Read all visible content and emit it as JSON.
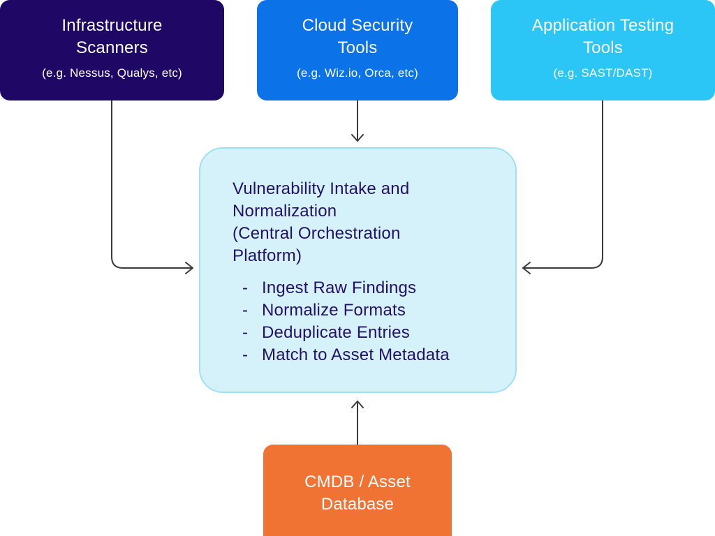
{
  "diagram": {
    "sources": [
      {
        "id": "infrastructure-scanners",
        "title_lines": [
          "Infrastructure",
          "Scanners"
        ],
        "subtitle": "(e.g. Nessus, Qualys, etc)",
        "color": "#1f0766"
      },
      {
        "id": "cloud-security-tools",
        "title_lines": [
          "Cloud Security",
          "Tools"
        ],
        "subtitle": "(e.g. Wiz.io, Orca, etc)",
        "color": "#0b72e8"
      },
      {
        "id": "application-testing-tools",
        "title_lines": [
          "Application Testing",
          "Tools"
        ],
        "subtitle": "(e.g. SAST/DAST)",
        "color": "#2bc6f5"
      }
    ],
    "central": {
      "title_lines": [
        "Vulnerability Intake and",
        "Normalization",
        "(Central Orchestration",
        "Platform)"
      ],
      "bullet_marker": "-",
      "steps": [
        "Ingest Raw Findings",
        "Normalize Formats",
        "Deduplicate Entries",
        "Match to Asset Metadata"
      ],
      "color": "#d5f2fb",
      "text_color": "#22106a"
    },
    "asset_source": {
      "id": "cmdb",
      "title_lines": [
        "CMDB / Asset",
        "Database"
      ],
      "color": "#f07333"
    },
    "edges": [
      {
        "from": "infrastructure-scanners",
        "to": "central"
      },
      {
        "from": "cloud-security-tools",
        "to": "central"
      },
      {
        "from": "application-testing-tools",
        "to": "central"
      },
      {
        "from": "cmdb",
        "to": "central"
      }
    ]
  }
}
